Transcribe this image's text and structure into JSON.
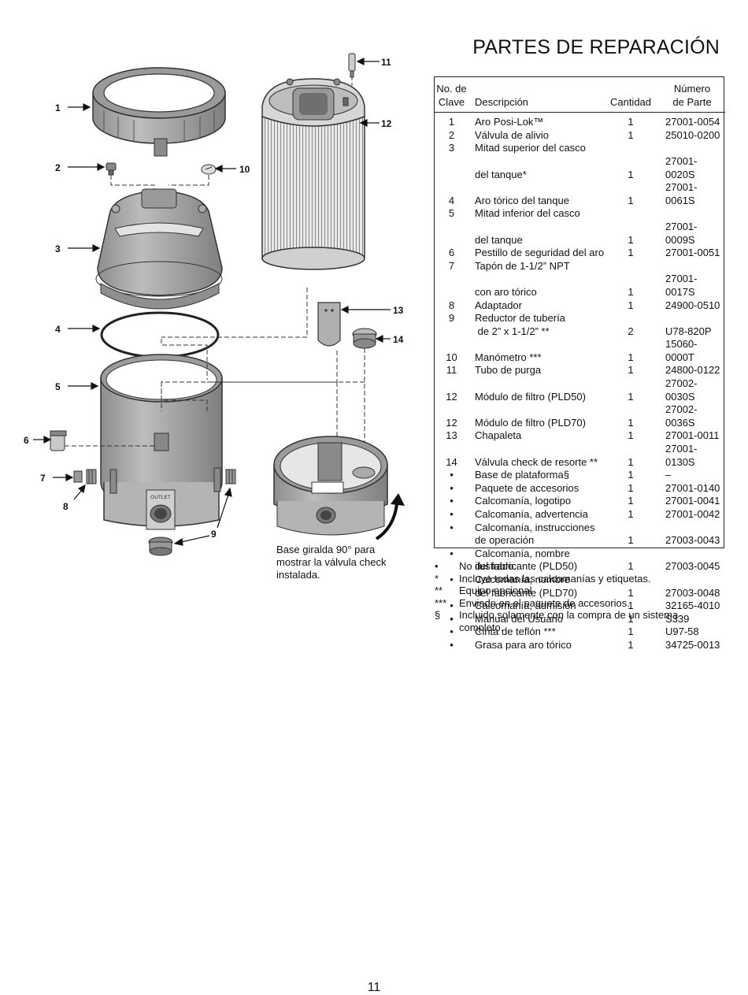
{
  "title": "PARTES DE REPARACIÓN",
  "table": {
    "headers": {
      "key_line1": "No. de",
      "key_line2": "Clave",
      "description": "Descripción",
      "quantity": "Cantidad",
      "part_line1": "Número",
      "part_line2": "de Parte"
    },
    "rows": [
      {
        "key": "1",
        "desc": "Aro Posi-Lok™",
        "qty": "1",
        "part": "27001-0054"
      },
      {
        "key": "2",
        "desc": "Válvula de alivio",
        "qty": "1",
        "part": "25010-0200"
      },
      {
        "key": "3",
        "desc": "Mitad superior del casco",
        "qty": "",
        "part": ""
      },
      {
        "key": "",
        "desc": "del tanque*",
        "qty": "1",
        "part": "27001-0020S"
      },
      {
        "key": "4",
        "desc": "Aro tórico del tanque",
        "qty": "1",
        "part": "27001-0061S"
      },
      {
        "key": "5",
        "desc": "Mitad inferior del casco",
        "qty": "",
        "part": ""
      },
      {
        "key": "",
        "desc": "del tanque",
        "qty": "1",
        "part": "27001-0009S"
      },
      {
        "key": "6",
        "desc": "Pestillo de seguridad del aro",
        "qty": "1",
        "part": "27001-0051"
      },
      {
        "key": "7",
        "desc": "Tapón de 1-1/2” NPT",
        "qty": "",
        "part": ""
      },
      {
        "key": "",
        "desc": "con aro tórico",
        "qty": "1",
        "part": "27001-0017S"
      },
      {
        "key": "8",
        "desc": "Adaptador",
        "qty": "1",
        "part": "24900-0510"
      },
      {
        "key": "9",
        "desc": "Reductor de tubería",
        "qty": "",
        "part": ""
      },
      {
        "key": "",
        "desc": " de 2” x 1-1/2” **",
        "qty": "2",
        "part": "U78-820P"
      },
      {
        "key": "10",
        "desc": "Manómetro ***",
        "qty": "1",
        "part": "15060-0000T"
      },
      {
        "key": "11",
        "desc": "Tubo de purga",
        "qty": "1",
        "part": "24800-0122"
      },
      {
        "key": "12",
        "desc": "Módulo de filtro (PLD50)",
        "qty": "1",
        "part": "27002-0030S"
      },
      {
        "key": "12",
        "desc": "Módulo de filtro (PLD70)",
        "qty": "1",
        "part": "27002-0036S"
      },
      {
        "key": "13",
        "desc": "Chapaleta",
        "qty": "1",
        "part": "27001-0011"
      },
      {
        "key": "14",
        "desc": "Válvula check de resorte **",
        "qty": "1",
        "part": "27001-0130S"
      },
      {
        "key": "•",
        "desc": "Base de plataforma§",
        "qty": "1",
        "part": "–"
      },
      {
        "key": "•",
        "desc": "Paquete de accesorios",
        "qty": "1",
        "part": "27001-0140"
      },
      {
        "key": "•",
        "desc": "Calcomanía, logotipo",
        "qty": "1",
        "part": "27001-0041"
      },
      {
        "key": "•",
        "desc": "Calcomanía, advertencia",
        "qty": "1",
        "part": "27001-0042"
      },
      {
        "key": "•",
        "desc": "Calcomanía, instrucciones",
        "qty": "",
        "part": ""
      },
      {
        "key": "",
        "desc": "de operación",
        "qty": "1",
        "part": "27003-0043"
      },
      {
        "key": "•",
        "desc": "Calcomanía, nombre",
        "qty": "",
        "part": ""
      },
      {
        "key": "",
        "desc": "del fabricante (PLD50)",
        "qty": "1",
        "part": "27003-0045"
      },
      {
        "key": "•",
        "desc": "Calcomanía, nombre",
        "qty": "",
        "part": ""
      },
      {
        "key": "",
        "desc": "del fabricante (PLD70)",
        "qty": "1",
        "part": "27003-0048"
      },
      {
        "key": "•",
        "desc": "Calcomanía, admisión",
        "qty": "1",
        "part": "32165-4010"
      },
      {
        "key": "•",
        "desc": "Manual del Usuario",
        "qty": "1",
        "part": "S339"
      },
      {
        "key": "•",
        "desc": "Cinta de teflón ***",
        "qty": "1",
        "part": "U97-58"
      },
      {
        "key": "•",
        "desc": "Grasa para aro tórico",
        "qty": "1",
        "part": "34725-0013"
      }
    ]
  },
  "notes": [
    {
      "symbol": "•",
      "text": "No ilustrado."
    },
    {
      "symbol": "*",
      "text": "Incluye todas las calcomanías y etiquetas."
    },
    {
      "symbol": "**",
      "text": "Equipo opcional"
    },
    {
      "symbol": "***",
      "text": "Enviado en el paquete de accesorios."
    },
    {
      "symbol": "§",
      "text": "Incluido solamente con la compra de un sistema completo."
    }
  ],
  "diagram": {
    "callouts": [
      "1",
      "2",
      "3",
      "4",
      "5",
      "6",
      "7",
      "8",
      "9",
      "10",
      "11",
      "12",
      "13",
      "14"
    ],
    "outlet_label": "OUTLET",
    "caption": "Base giralda 90° para mostrar la válvula check instalada.",
    "colors": {
      "body": "#a9a9a9",
      "dark": "#7a7a7a",
      "light": "#d6d6d6",
      "line": "#333333"
    }
  },
  "page_number": "11"
}
